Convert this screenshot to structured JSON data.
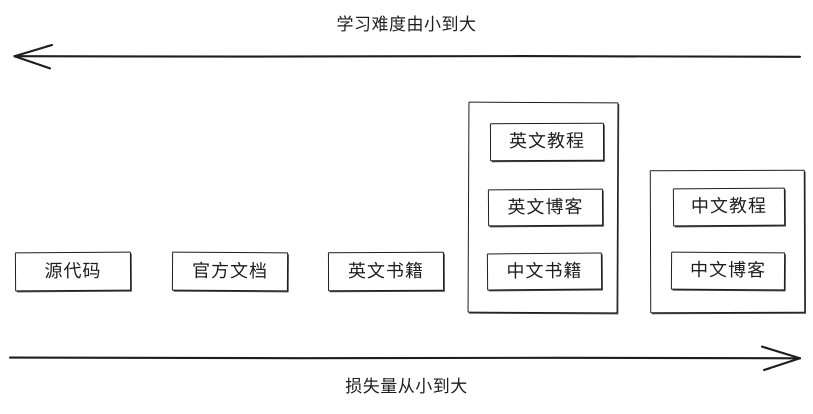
{
  "diagram": {
    "top_axis": {
      "label": "学习难度由小到大",
      "direction": "left",
      "arrow_icon": "arrow-left-icon"
    },
    "bottom_axis": {
      "label": "损失量从小到大",
      "direction": "right",
      "arrow_icon": "arrow-right-icon"
    },
    "colors": {
      "stroke": "#1e1e1e",
      "background": "#ffffff"
    },
    "columns": [
      {
        "id": "col-1",
        "grouped": false,
        "items": [
          {
            "label": "源代码"
          }
        ]
      },
      {
        "id": "col-2",
        "grouped": false,
        "items": [
          {
            "label": "官方文档"
          }
        ]
      },
      {
        "id": "col-3",
        "grouped": false,
        "items": [
          {
            "label": "英文书籍"
          }
        ]
      },
      {
        "id": "col-4",
        "grouped": true,
        "items": [
          {
            "label": "英文教程"
          },
          {
            "label": "英文博客"
          },
          {
            "label": "中文书籍"
          }
        ]
      },
      {
        "id": "col-5",
        "grouped": true,
        "items": [
          {
            "label": "中文教程"
          },
          {
            "label": "中文博客"
          }
        ]
      }
    ]
  }
}
